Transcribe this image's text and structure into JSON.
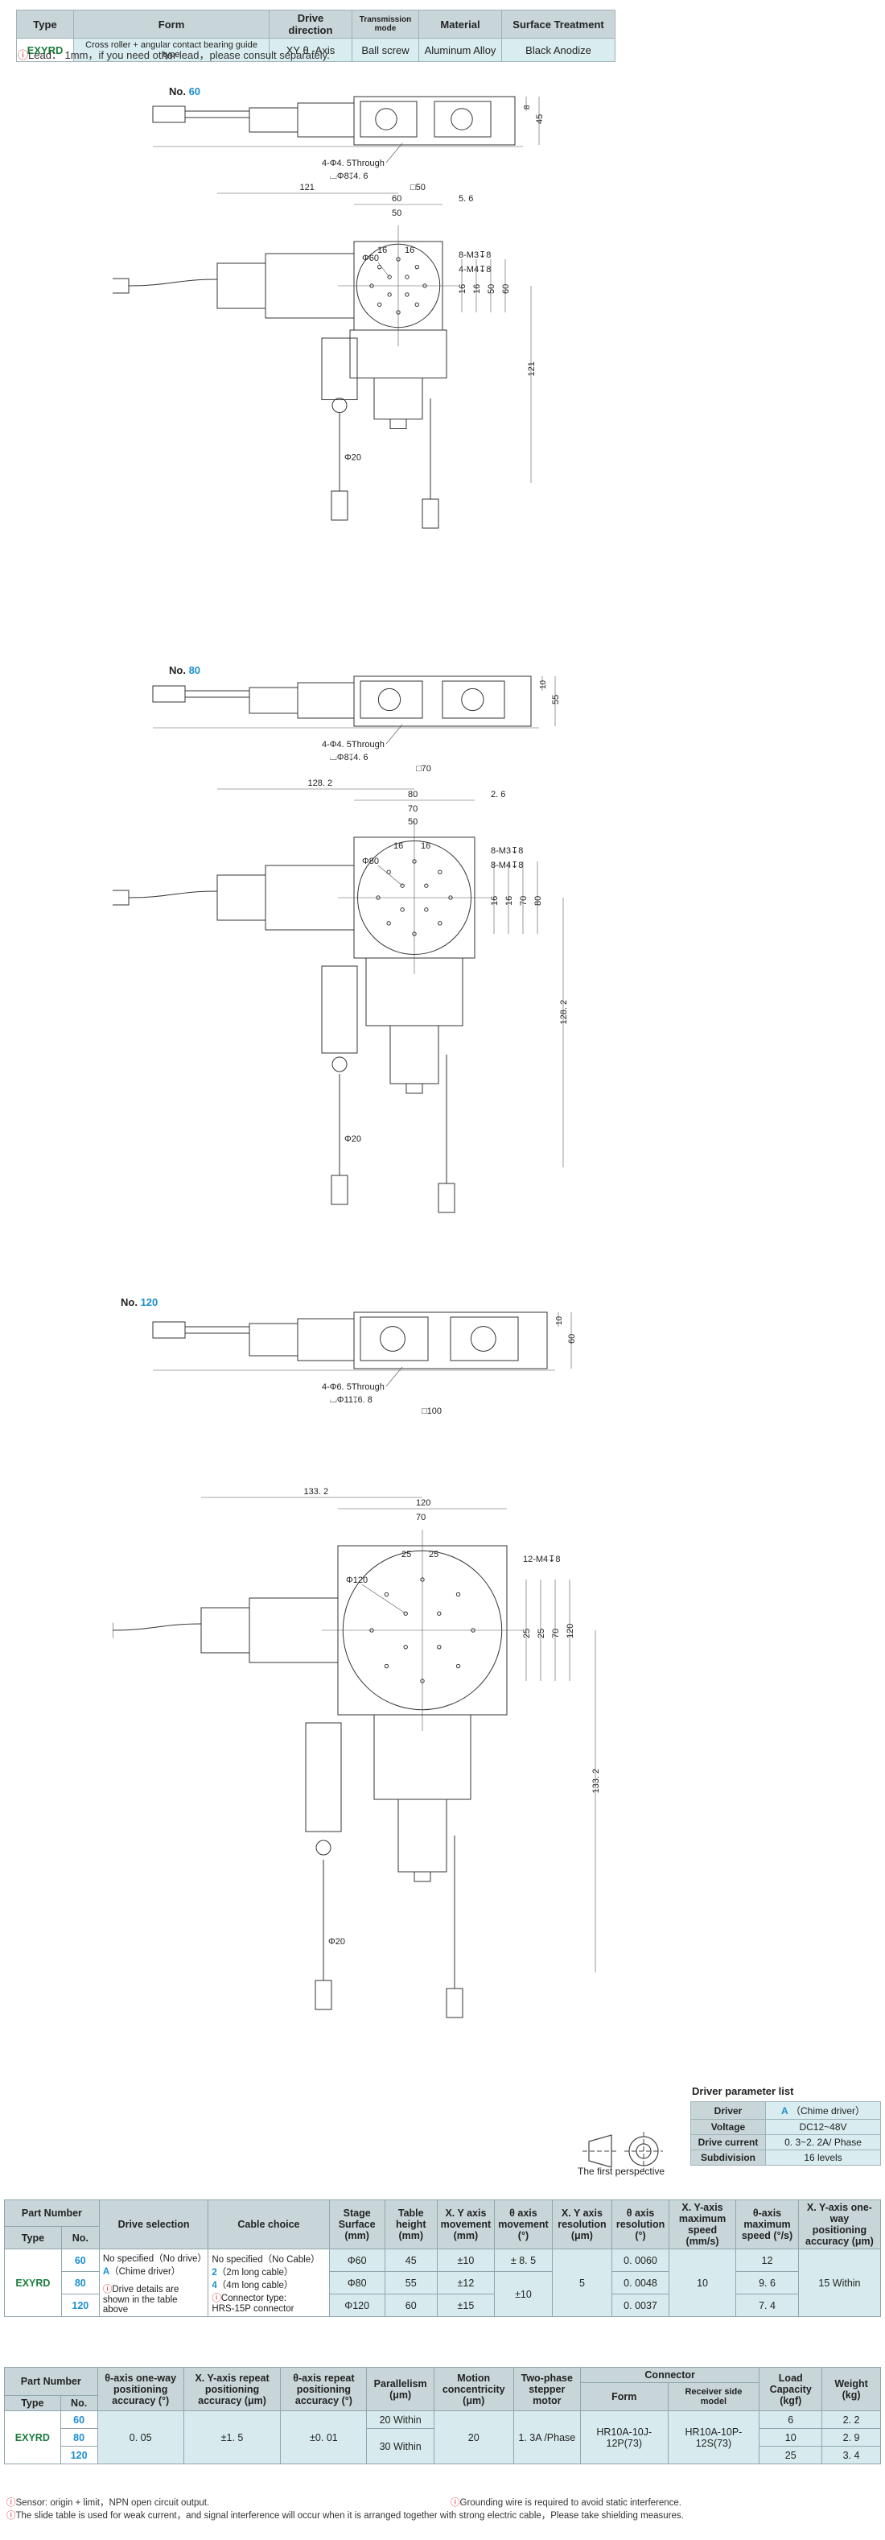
{
  "header_table": {
    "columns": [
      "Type",
      "Form",
      "Drive direction",
      "Transmission mode",
      "Material",
      "Surface Treatment"
    ],
    "row": [
      "EXYRD",
      "Cross roller + angular contact bearing guide type",
      "XY θ -Axis",
      "Ball screw",
      "Aluminum Alloy",
      "Black Anodize"
    ]
  },
  "lead_note": "Lead： 1mm，if you need other lead，please consult separately.",
  "drawings": [
    {
      "label_prefix": "No.",
      "label_num": "60",
      "top_dims": [
        "4-Φ4. 5Through",
        "⌴Φ8↧4. 6",
        "□50",
        "8",
        "45"
      ],
      "plan_dims": [
        "121",
        "60",
        "50",
        "5. 6",
        "16",
        "16",
        "8-M3↧8",
        "4-M4↧8",
        "Φ60",
        "16",
        "16",
        "50",
        "60",
        "121",
        "Φ20"
      ]
    },
    {
      "label_prefix": "No.",
      "label_num": "80",
      "top_dims": [
        "4-Φ4. 5Through",
        "⌴Φ8↧4. 6",
        "□70",
        "10",
        "55"
      ],
      "plan_dims": [
        "128. 2",
        "80",
        "2. 6",
        "70",
        "50",
        "16",
        "16",
        "8-M3↧8",
        "8-M4↧8",
        "Φ80",
        "16",
        "16",
        "70",
        "80",
        "128. 2",
        "Φ20"
      ]
    },
    {
      "label_prefix": "No.",
      "label_num": "120",
      "top_dims": [
        "4-Φ6. 5Through",
        "⌴Φ11↧6. 8",
        "□100",
        "10",
        "60"
      ],
      "plan_dims": [
        "133. 2",
        "120",
        "70",
        "25",
        "25",
        "12-M4↧8",
        "Φ120",
        "25",
        "25",
        "70",
        "120",
        "133. 2",
        "Φ20"
      ]
    }
  ],
  "perspective_label": "The first perspective",
  "driver_params": {
    "title": "Driver parameter list",
    "rows": [
      {
        "k": "Driver",
        "v_code": "A",
        "v": "（Chime driver）"
      },
      {
        "k": "Voltage",
        "v_code": "",
        "v": "DC12~48V"
      },
      {
        "k": "Drive current",
        "v_code": "",
        "v": "0. 3~2. 2A/ Phase"
      },
      {
        "k": "Subdivision",
        "v_code": "",
        "v": "16 levels"
      }
    ]
  },
  "spec1": {
    "h_part": "Part Number",
    "h_type": "Type",
    "h_no": "No.",
    "h_drive": "Drive selection",
    "h_cable": "Cable choice",
    "h_stage": "Stage Surface (mm)",
    "h_height": "Table height (mm)",
    "h_xy": "X. Y axis movement (mm)",
    "h_theta": "θ axis movement (°)",
    "h_xyres": "X. Y axis resolution (μm)",
    "h_thres": "θ axis resolution (°)",
    "h_speed": "X. Y-axis maximum speed (mm/s)",
    "h_tspeed": "θ-axis maximum speed (°/s)",
    "h_acc": "X. Y-axis one-way positioning accuracy (μm)",
    "type": "EXYRD",
    "nos": [
      "60",
      "80",
      "120"
    ],
    "drive_lines": [
      "No specified（No drive）",
      "A",
      "（Chime driver）",
      "Drive details are shown in the table above"
    ],
    "cable_lines": [
      "No specified（No Cable）",
      "2",
      "（2m long cable）",
      "4",
      "（4m long cable）",
      "Connector type:",
      "HRS-15P connector"
    ],
    "stage": [
      "Φ60",
      "Φ80",
      "Φ120"
    ],
    "height": [
      "45",
      "55",
      "60"
    ],
    "xy": [
      "±10",
      "±12",
      "±15"
    ],
    "theta": [
      "± 8. 5",
      "±10"
    ],
    "xyres": "5",
    "thres": [
      "0. 0060",
      "0. 0048",
      "0. 0037"
    ],
    "speed": "10",
    "tspeed": [
      "12",
      "9. 6",
      "7. 4"
    ],
    "acc": "15 Within"
  },
  "spec2": {
    "h_part": "Part Number",
    "h_type": "Type",
    "h_no": "No.",
    "h_tacc": "θ-axis one-way positioning accuracy (°)",
    "h_rep": "X. Y-axis repeat positioning accuracy (μm)",
    "h_trep": "θ-axis repeat positioning accuracy (°)",
    "h_par": "Parallelism (μm)",
    "h_conc": "Motion concentricity (μm)",
    "h_motor": "Two-phase stepper motor",
    "h_conn": "Connector",
    "h_form": "Form",
    "h_recv": "Receiver side model",
    "h_load": "Load Capacity (kgf)",
    "h_weight": "Weight (kg)",
    "type": "EXYRD",
    "nos": [
      "60",
      "80",
      "120"
    ],
    "tacc": "0. 05",
    "rep": "±1. 5",
    "trep": "±0. 01",
    "par": [
      "20 Within",
      "30 Within"
    ],
    "conc": "20",
    "motor": "1. 3A /Phase",
    "form": "HR10A-10J-12P(73)",
    "recv": "HR10A-10P-12S(73)",
    "load": [
      "6",
      "10",
      "25"
    ],
    "weight": [
      "2. 2",
      "2. 9",
      "3. 4"
    ]
  },
  "footnotes": [
    "Sensor: origin + limit，NPN open circuit output.",
    "Grounding wire is required to avoid static interference.",
    "The slide table is used for weak current，and signal interference will occur when it is arranged together with strong electric cable，Please take shielding measures."
  ]
}
